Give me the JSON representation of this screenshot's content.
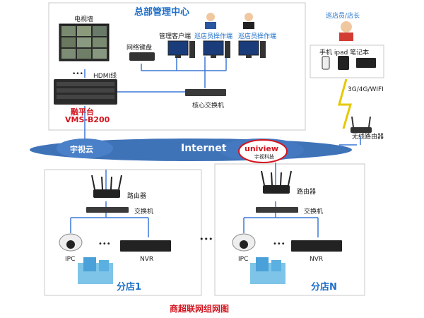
{
  "hq": {
    "title": "总部管理中心",
    "tv_wall": "电视墙",
    "hdmi": "HDMI线",
    "platform_name": "融平台",
    "platform_model": "VMS-B200",
    "keyboard": "网络键盘",
    "mgmt_client": "管理客户端",
    "operator1": "巡店员操作端",
    "operator2": "巡店员操作端",
    "core_switch": "核心交换机"
  },
  "mobile": {
    "role": "巡店员/店长",
    "devices": "手机 ipad 笔记本",
    "link": "3G/4G/WIFI",
    "router": "无线路由器"
  },
  "cloud": {
    "left": "宇视云",
    "internet": "Internet",
    "logo": "uniview",
    "logo_sub": "宇视科技"
  },
  "branch1": {
    "router": "路由器",
    "switch": "交换机",
    "ipc": "IPC",
    "nvr": "NVR",
    "name": "分店1",
    "ellipsis": "•••"
  },
  "branchN": {
    "router": "路由器",
    "switch": "交换机",
    "ipc": "IPC",
    "nvr": "NVR",
    "name": "分店N",
    "ellipsis": "•••"
  },
  "between_branches": "•••",
  "caption": "商超联网组网图",
  "colors": {
    "accent_blue": "#1e6ec8",
    "accent_red": "#d2141e",
    "cloud": "#3f73b8",
    "line": "#3c78d8"
  }
}
